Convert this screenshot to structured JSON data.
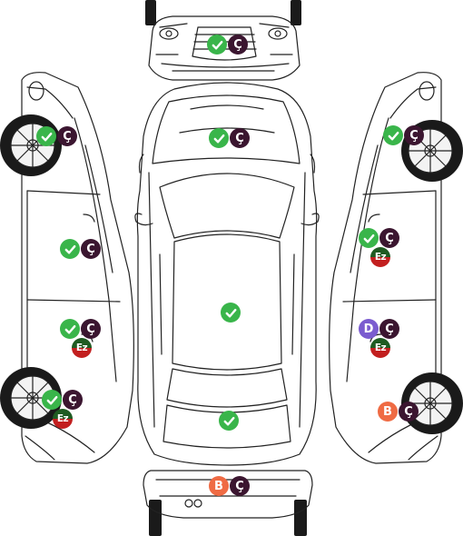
{
  "legend_codes": {
    "ok": "✓",
    "painted": "Ç",
    "replaced": "D",
    "dented": "B",
    "local": "Ez"
  },
  "colors": {
    "ok": "#39b54a",
    "painted": "#3b1630",
    "replaced": "#7b5ccf",
    "dented": "#ef6b44",
    "local_top": "#1f5b22",
    "local_bottom": "#c21f1f",
    "outline": "#222222",
    "tire": "#1a1a1a"
  },
  "parts": [
    {
      "id": "front-bumper",
      "badges": [
        "ok",
        "painted"
      ]
    },
    {
      "id": "hood",
      "badges": [
        "ok",
        "painted"
      ]
    },
    {
      "id": "roof",
      "badges": [
        "ok"
      ]
    },
    {
      "id": "trunk",
      "badges": [
        "ok"
      ]
    },
    {
      "id": "rear-bumper",
      "badges": [
        "dented",
        "painted"
      ]
    },
    {
      "id": "left-front-fender",
      "badges": [
        "ok",
        "painted"
      ]
    },
    {
      "id": "left-front-door",
      "badges": [
        "ok",
        "painted"
      ]
    },
    {
      "id": "left-rear-door",
      "badges": [
        "ok",
        "painted",
        "local"
      ]
    },
    {
      "id": "left-rear-fender",
      "badges": [
        "ok",
        "painted",
        "local"
      ]
    },
    {
      "id": "right-front-fender",
      "badges": [
        "ok",
        "painted"
      ]
    },
    {
      "id": "right-front-door",
      "badges": [
        "ok",
        "painted",
        "local"
      ]
    },
    {
      "id": "right-rear-door",
      "badges": [
        "replaced",
        "painted",
        "local"
      ]
    },
    {
      "id": "right-rear-fender",
      "badges": [
        "dented",
        "painted"
      ]
    }
  ]
}
